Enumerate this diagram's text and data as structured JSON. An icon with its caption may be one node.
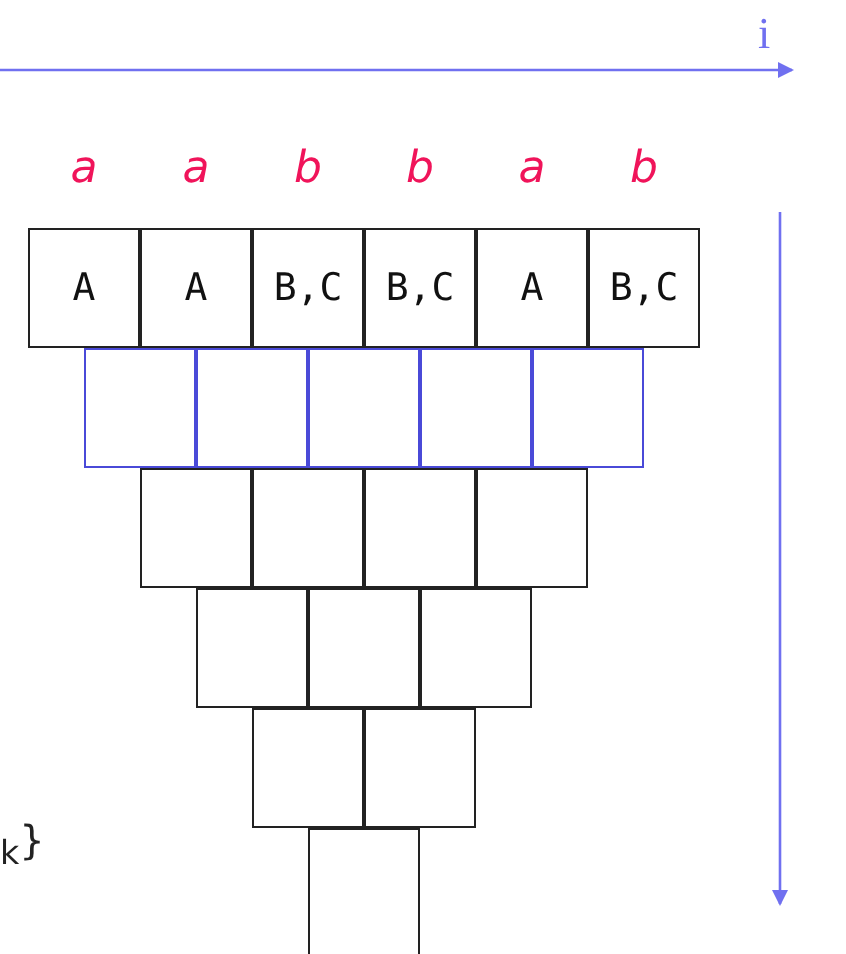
{
  "diagram": {
    "nodes": [
      {
        "text": [
          "A"
        ]
      },
      {
        "text": [
          "A"
        ]
      },
      {
        "text": [
          "B,C"
        ]
      },
      {
        "text": [
          "B,C"
        ]
      },
      {
        "text": [
          "A"
        ]
      },
      {
        "text": [
          "B,C"
        ]
      },
      {
        "text": [],
        "shape": "box"
      },
      {
        "text": [],
        "shape": "box"
      },
      {
        "text": [],
        "shape": "box"
      },
      {
        "text": [],
        "shape": "box"
      },
      {
        "text": [],
        "shape": "box"
      },
      {
        "text": [],
        "shape": "box"
      },
      {
        "text": [],
        "shape": "box"
      },
      {
        "text": [],
        "shape": "box"
      },
      {
        "text": [],
        "shape": "box"
      },
      {
        "text": [],
        "shape": "box"
      },
      {
        "text": [],
        "shape": "box"
      },
      {
        "text": [],
        "shape": "box"
      },
      {
        "text": [],
        "shape": "box"
      },
      {
        "text": [],
        "shape": "box"
      },
      {
        "text": [],
        "shape": "box"
      }
    ],
    "labels": [
      "i",
      "a",
      "a",
      "b",
      "b",
      "a",
      "b",
      "$_{k}$}"
    ]
  }
}
